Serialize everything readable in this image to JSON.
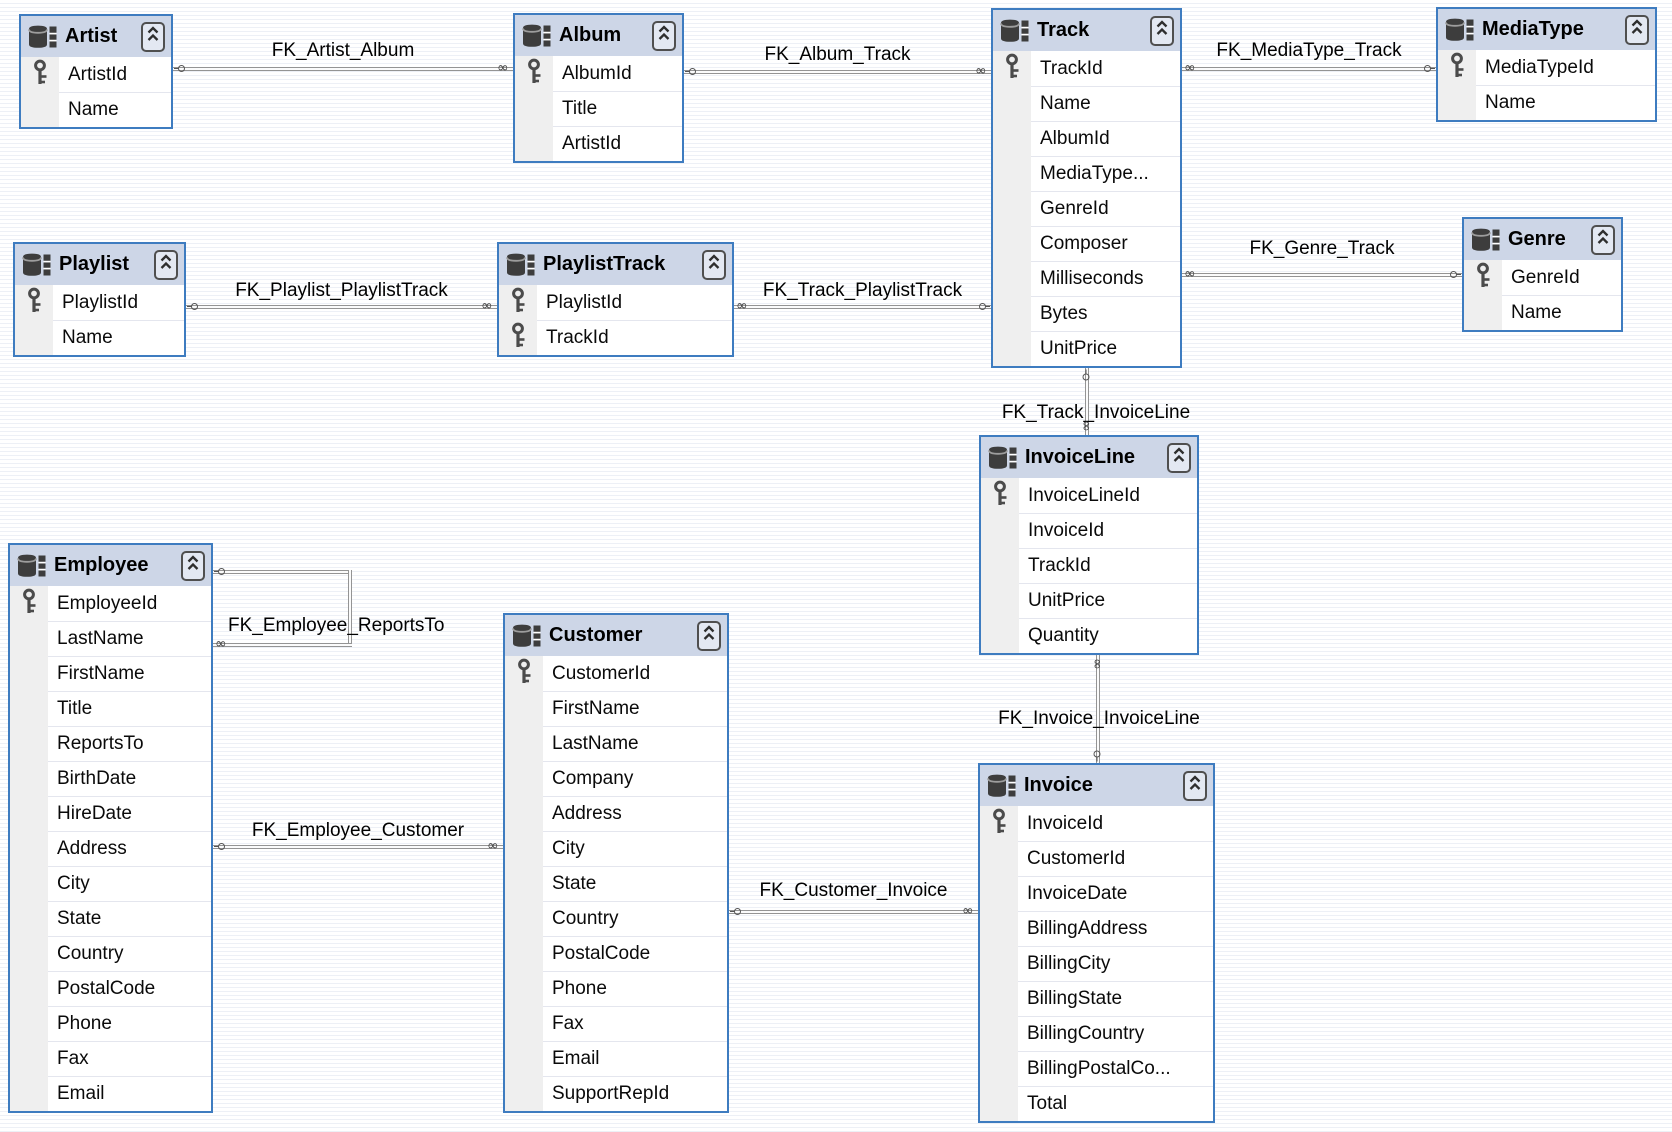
{
  "diagram": {
    "tables": [
      {
        "id": "artist",
        "name": "Artist",
        "columns": [
          {
            "name": "ArtistId",
            "pk": true
          },
          {
            "name": "Name",
            "pk": false
          }
        ]
      },
      {
        "id": "album",
        "name": "Album",
        "columns": [
          {
            "name": "AlbumId",
            "pk": true
          },
          {
            "name": "Title",
            "pk": false
          },
          {
            "name": "ArtistId",
            "pk": false
          }
        ]
      },
      {
        "id": "track",
        "name": "Track",
        "columns": [
          {
            "name": "TrackId",
            "pk": true
          },
          {
            "name": "Name",
            "pk": false
          },
          {
            "name": "AlbumId",
            "pk": false
          },
          {
            "name": "MediaType...",
            "pk": false
          },
          {
            "name": "GenreId",
            "pk": false
          },
          {
            "name": "Composer",
            "pk": false
          },
          {
            "name": "Milliseconds",
            "pk": false
          },
          {
            "name": "Bytes",
            "pk": false
          },
          {
            "name": "UnitPrice",
            "pk": false
          }
        ]
      },
      {
        "id": "mediatype",
        "name": "MediaType",
        "columns": [
          {
            "name": "MediaTypeId",
            "pk": true
          },
          {
            "name": "Name",
            "pk": false
          }
        ]
      },
      {
        "id": "genre",
        "name": "Genre",
        "columns": [
          {
            "name": "GenreId",
            "pk": true
          },
          {
            "name": "Name",
            "pk": false
          }
        ]
      },
      {
        "id": "playlist",
        "name": "Playlist",
        "columns": [
          {
            "name": "PlaylistId",
            "pk": true
          },
          {
            "name": "Name",
            "pk": false
          }
        ]
      },
      {
        "id": "playlisttrack",
        "name": "PlaylistTrack",
        "columns": [
          {
            "name": "PlaylistId",
            "pk": true
          },
          {
            "name": "TrackId",
            "pk": true
          }
        ]
      },
      {
        "id": "invoiceline",
        "name": "InvoiceLine",
        "columns": [
          {
            "name": "InvoiceLineId",
            "pk": true
          },
          {
            "name": "InvoiceId",
            "pk": false
          },
          {
            "name": "TrackId",
            "pk": false
          },
          {
            "name": "UnitPrice",
            "pk": false
          },
          {
            "name": "Quantity",
            "pk": false
          }
        ]
      },
      {
        "id": "invoice",
        "name": "Invoice",
        "columns": [
          {
            "name": "InvoiceId",
            "pk": true
          },
          {
            "name": "CustomerId",
            "pk": false
          },
          {
            "name": "InvoiceDate",
            "pk": false
          },
          {
            "name": "BillingAddress",
            "pk": false
          },
          {
            "name": "BillingCity",
            "pk": false
          },
          {
            "name": "BillingState",
            "pk": false
          },
          {
            "name": "BillingCountry",
            "pk": false
          },
          {
            "name": "BillingPostalCo...",
            "pk": false
          },
          {
            "name": "Total",
            "pk": false
          }
        ]
      },
      {
        "id": "employee",
        "name": "Employee",
        "columns": [
          {
            "name": "EmployeeId",
            "pk": true
          },
          {
            "name": "LastName",
            "pk": false
          },
          {
            "name": "FirstName",
            "pk": false
          },
          {
            "name": "Title",
            "pk": false
          },
          {
            "name": "ReportsTo",
            "pk": false
          },
          {
            "name": "BirthDate",
            "pk": false
          },
          {
            "name": "HireDate",
            "pk": false
          },
          {
            "name": "Address",
            "pk": false
          },
          {
            "name": "City",
            "pk": false
          },
          {
            "name": "State",
            "pk": false
          },
          {
            "name": "Country",
            "pk": false
          },
          {
            "name": "PostalCode",
            "pk": false
          },
          {
            "name": "Phone",
            "pk": false
          },
          {
            "name": "Fax",
            "pk": false
          },
          {
            "name": "Email",
            "pk": false
          }
        ]
      },
      {
        "id": "customer",
        "name": "Customer",
        "columns": [
          {
            "name": "CustomerId",
            "pk": true
          },
          {
            "name": "FirstName",
            "pk": false
          },
          {
            "name": "LastName",
            "pk": false
          },
          {
            "name": "Company",
            "pk": false
          },
          {
            "name": "Address",
            "pk": false
          },
          {
            "name": "City",
            "pk": false
          },
          {
            "name": "State",
            "pk": false
          },
          {
            "name": "Country",
            "pk": false
          },
          {
            "name": "PostalCode",
            "pk": false
          },
          {
            "name": "Phone",
            "pk": false
          },
          {
            "name": "Fax",
            "pk": false
          },
          {
            "name": "Email",
            "pk": false
          },
          {
            "name": "SupportRepId",
            "pk": false
          }
        ]
      }
    ],
    "relationships": [
      {
        "label": "FK_Artist_Album",
        "one_side": "Artist",
        "many_side": "Album"
      },
      {
        "label": "FK_Album_Track",
        "one_side": "Album",
        "many_side": "Track"
      },
      {
        "label": "FK_MediaType_Track",
        "one_side": "MediaType",
        "many_side": "Track"
      },
      {
        "label": "FK_Genre_Track",
        "one_side": "Genre",
        "many_side": "Track"
      },
      {
        "label": "FK_Playlist_PlaylistTrack",
        "one_side": "Playlist",
        "many_side": "PlaylistTrack"
      },
      {
        "label": "FK_Track_PlaylistTrack",
        "one_side": "Track",
        "many_side": "PlaylistTrack"
      },
      {
        "label": "FK_Track_InvoiceLine",
        "one_side": "Track",
        "many_side": "InvoiceLine"
      },
      {
        "label": "FK_Invoice_InvoiceLine",
        "one_side": "Invoice",
        "many_side": "InvoiceLine"
      },
      {
        "label": "FK_Employee_ReportsTo",
        "one_side": "Employee",
        "many_side": "Employee"
      },
      {
        "label": "FK_Employee_Customer",
        "one_side": "Employee",
        "many_side": "Customer"
      },
      {
        "label": "FK_Customer_Invoice",
        "one_side": "Customer",
        "many_side": "Invoice"
      }
    ],
    "icons": {
      "table_header": "table-icon",
      "collapse": "collapse-chevrons-icon",
      "primary_key": "key-icon",
      "relationship_one_end": "key-end-icon",
      "relationship_many_end": "infinity-end-icon"
    },
    "colors": {
      "table_border": "#3e7cc0",
      "header_bg": "#cdd6e7",
      "gutter_bg": "#efefef",
      "relationship_line": "#949494",
      "canvas_stripe": "#edf0f6"
    }
  }
}
